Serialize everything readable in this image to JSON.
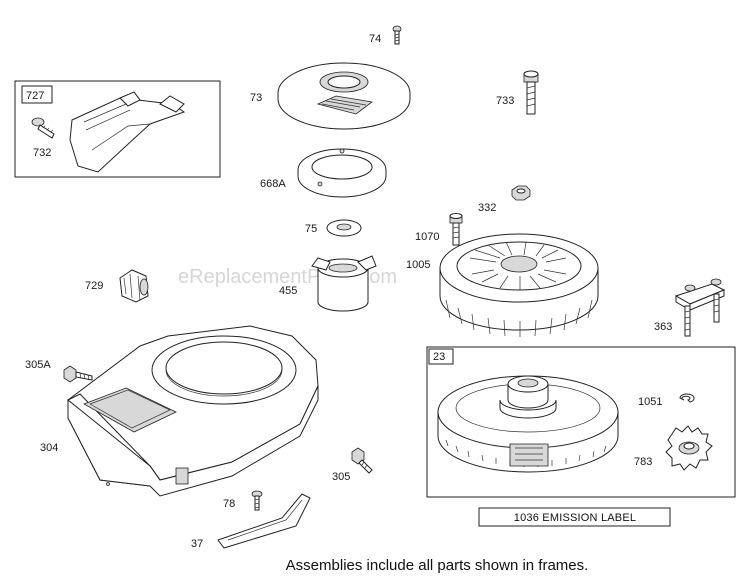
{
  "watermark": "eReplacementParts.com",
  "caption": "Assemblies include all parts shown in frames.",
  "frames": {
    "f727": "727",
    "f23": "23",
    "emission_label": "1036 EMISSION LABEL"
  },
  "labels": {
    "p74": "74",
    "p73": "73",
    "p733": "733",
    "p727": "727",
    "p732": "732",
    "p668A": "668A",
    "p332": "332",
    "p75": "75",
    "p1070": "1070",
    "p1005": "1005",
    "p729": "729",
    "p455": "455",
    "p363": "363",
    "p305A": "305A",
    "p23": "23",
    "p1051": "1051",
    "p304": "304",
    "p305": "305",
    "p783": "783",
    "p78": "78",
    "p37": "37"
  }
}
